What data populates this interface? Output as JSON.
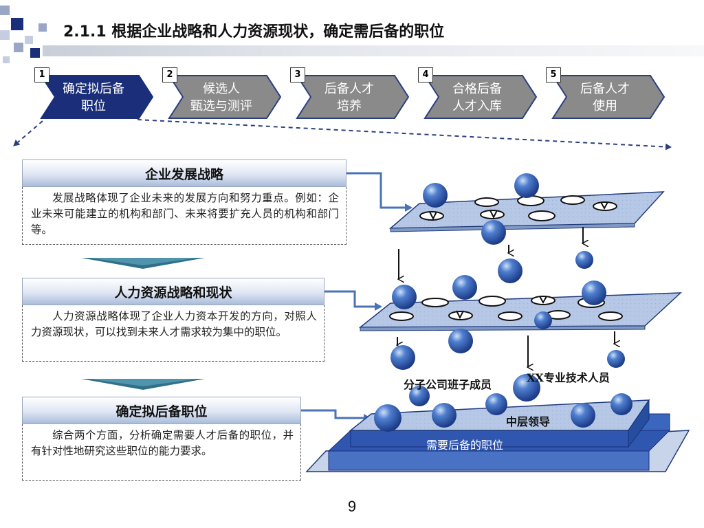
{
  "title": "2.1.1 根据企业战略和人力资源现状，确定需后备的职位",
  "steps": [
    {
      "number": "1",
      "label": "确定拟后备\n职位",
      "active": true
    },
    {
      "number": "2",
      "label": "候选人\n甄选与测评",
      "active": false
    },
    {
      "number": "3",
      "label": "后备人才\n培养",
      "active": false
    },
    {
      "number": "4",
      "label": "合格后备\n人才入库",
      "active": false
    },
    {
      "number": "5",
      "label": "后备人才\n使用",
      "active": false
    }
  ],
  "sections": [
    {
      "heading": "企业发展战略",
      "body": "发展战略体现了企业未来的发展方向和努力重点。例如：企业未来可能建立的机构和部门、未来将要扩充人员的机构和部门等。"
    },
    {
      "heading": "人力资源战略和现状",
      "body": "人力资源战略体现了企业人力资本开发的方向，对照人力资源现状，可以找到未来人才需求较为集中的职位。"
    },
    {
      "heading": "确定拟后备职位",
      "body": "综合两个方面，分析确定需要人才后备的职位，并有针对性地研究这些职位的能力要求。"
    }
  ],
  "diagram": {
    "label_subsidiary": "分子公司班子成员",
    "label_technical": "XX专业技术人员",
    "label_middle": "中层领导",
    "label_base": "需要后备的职位"
  },
  "page_number": "9",
  "colors": {
    "active_step": "#1a2e7a",
    "inactive_step": "#8a8a8a",
    "plate_fill": "#b4c6e6",
    "plate_stroke": "#1f3a7a",
    "connector": "#4a72b8",
    "section_heading_gradient_end": "#a9bcdc",
    "down_chevron": "#2f6f88"
  }
}
